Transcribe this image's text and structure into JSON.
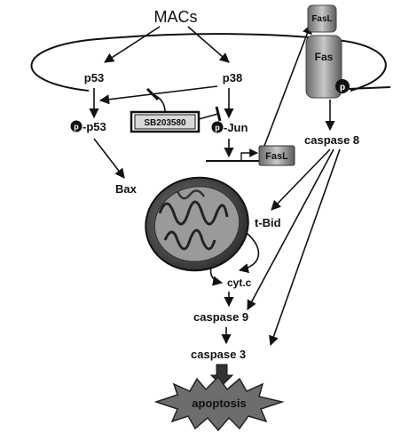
{
  "title": "MACs",
  "nodes": {
    "p53": "p53",
    "p38": "p38",
    "p_p53": "-p53",
    "p_jun": "-Jun",
    "inhibitor": "SB203580",
    "fasl_top": "FasL",
    "fas": "Fas",
    "fasl_gene": "FasL",
    "caspase8": "caspase 8",
    "bax": "Bax",
    "tbid": "t-Bid",
    "cytc": "cyt.c",
    "caspase9": "caspase 9",
    "caspase3": "caspase 3",
    "apoptosis": "apoptosis",
    "phospho": "p"
  }
}
